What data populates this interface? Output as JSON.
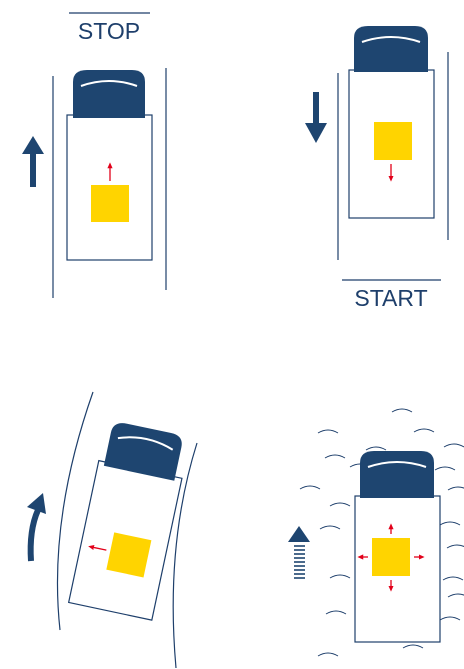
{
  "labels": {
    "stop": "STOP",
    "start": "START"
  },
  "colors": {
    "navy": "#1e4570",
    "cargo": "#ffd400",
    "force": "#e2001a",
    "outline": "#1e3f6b"
  },
  "panels": [
    {
      "id": "braking",
      "description_icon": "up-arrow-icon"
    },
    {
      "id": "accelerating",
      "description_icon": "down-arrow-icon"
    },
    {
      "id": "cornering",
      "description_icon": "curved-arrow-icon"
    },
    {
      "id": "rough-road",
      "description_icon": "vibration-arrow-icon"
    }
  ]
}
